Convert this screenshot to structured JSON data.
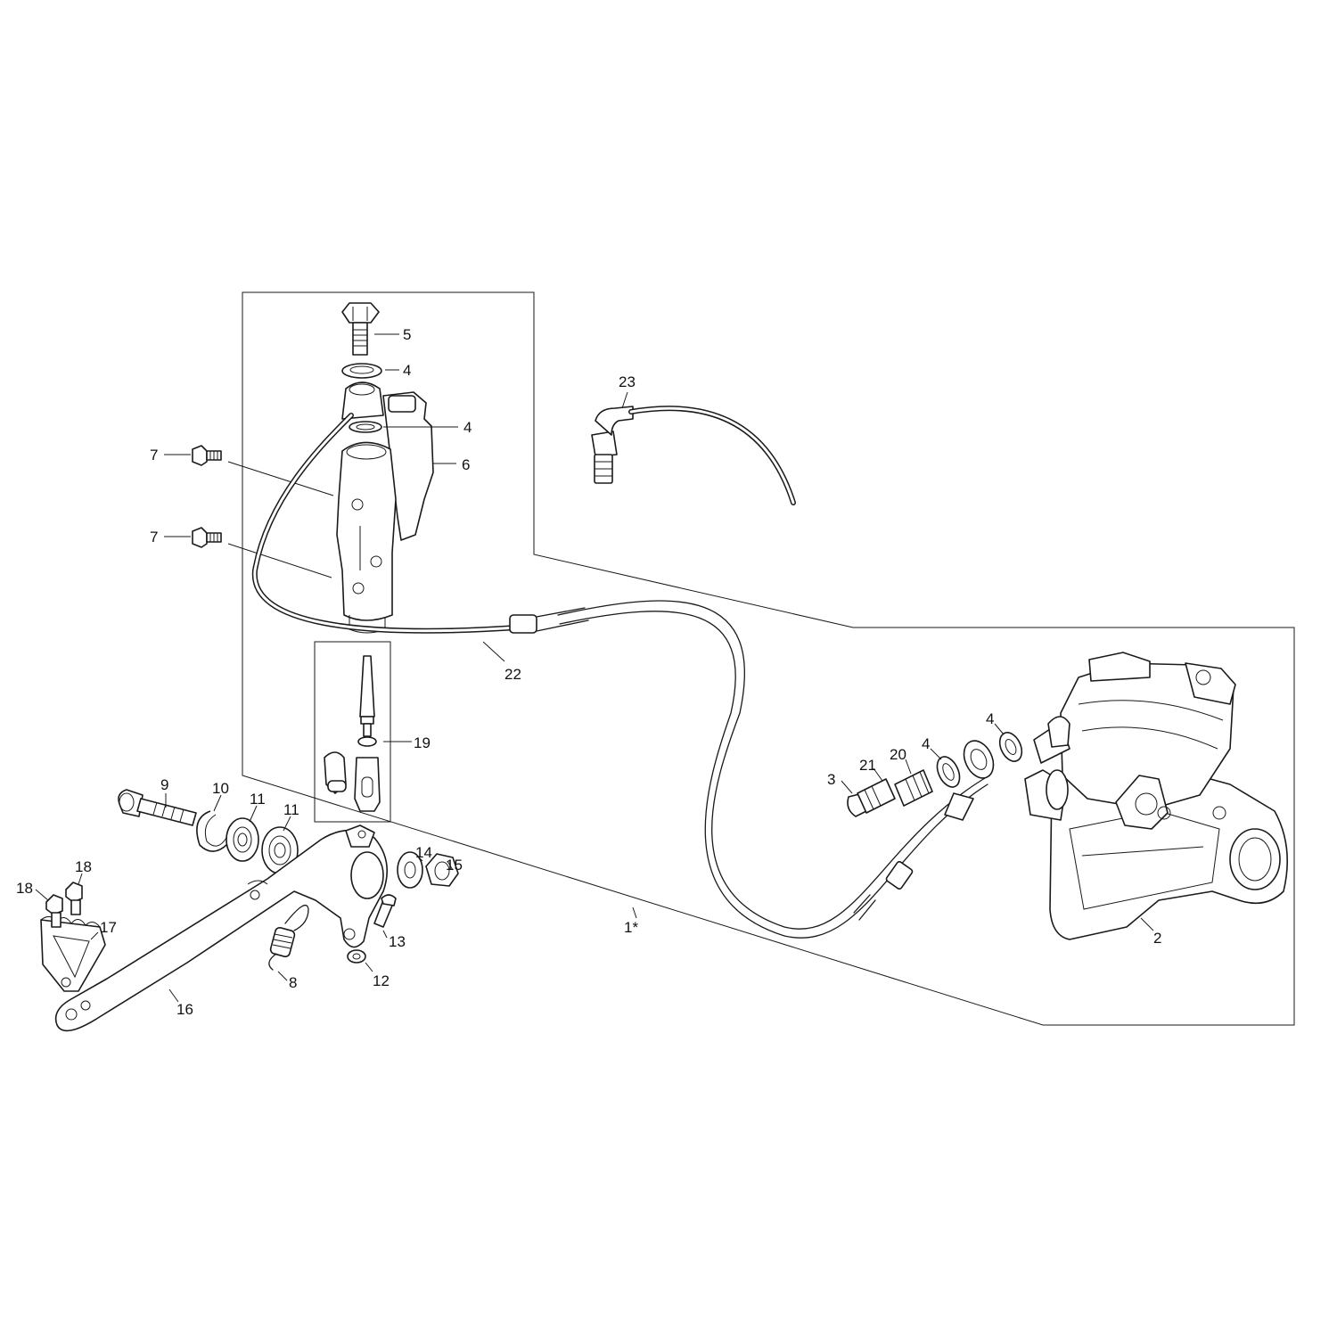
{
  "callouts": [
    {
      "id": "c5",
      "text": "5"
    },
    {
      "id": "c4a",
      "text": "4"
    },
    {
      "id": "c4b",
      "text": "4"
    },
    {
      "id": "c6",
      "text": "6"
    },
    {
      "id": "c7a",
      "text": "7"
    },
    {
      "id": "c7b",
      "text": "7"
    },
    {
      "id": "c23",
      "text": "23"
    },
    {
      "id": "c22",
      "text": "22"
    },
    {
      "id": "c19",
      "text": "19"
    },
    {
      "id": "c9",
      "text": "9"
    },
    {
      "id": "c10",
      "text": "10"
    },
    {
      "id": "c11a",
      "text": "11"
    },
    {
      "id": "c11b",
      "text": "11"
    },
    {
      "id": "c14",
      "text": "14"
    },
    {
      "id": "c15",
      "text": "15"
    },
    {
      "id": "c18a",
      "text": "18"
    },
    {
      "id": "c18b",
      "text": "18"
    },
    {
      "id": "c17",
      "text": "17"
    },
    {
      "id": "c13",
      "text": "13"
    },
    {
      "id": "c12",
      "text": "12"
    },
    {
      "id": "c8",
      "text": "8"
    },
    {
      "id": "c16",
      "text": "16"
    },
    {
      "id": "c1",
      "text": "1*"
    },
    {
      "id": "c3",
      "text": "3"
    },
    {
      "id": "c21",
      "text": "21"
    },
    {
      "id": "c20",
      "text": "20"
    },
    {
      "id": "c4c",
      "text": "4"
    },
    {
      "id": "c4d",
      "text": "4"
    },
    {
      "id": "c2",
      "text": "2"
    }
  ]
}
